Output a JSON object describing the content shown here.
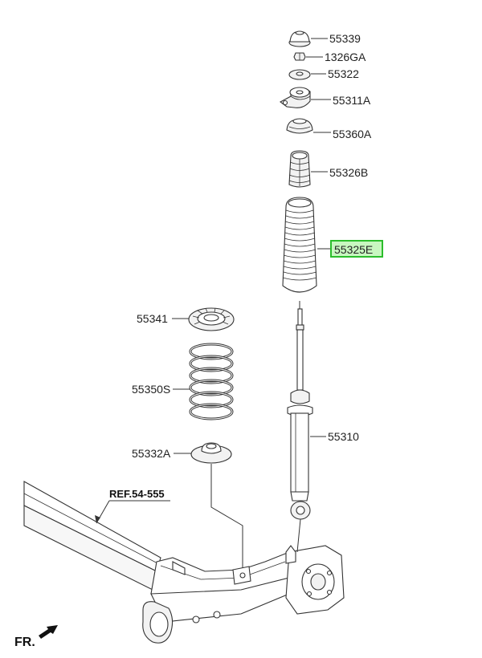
{
  "parts": [
    {
      "id": "p55339",
      "label": "55339"
    },
    {
      "id": "p1326ga",
      "label": "1326GA"
    },
    {
      "id": "p55322",
      "label": "55322"
    },
    {
      "id": "p55311a",
      "label": "55311A"
    },
    {
      "id": "p55360a",
      "label": "55360A"
    },
    {
      "id": "p55326b",
      "label": "55326B"
    },
    {
      "id": "p55325e",
      "label": "55325E",
      "highlighted": true
    },
    {
      "id": "p55341",
      "label": "55341"
    },
    {
      "id": "p55350s",
      "label": "55350S"
    },
    {
      "id": "p55310",
      "label": "55310"
    },
    {
      "id": "p55332a",
      "label": "55332A"
    }
  ],
  "reference": {
    "label": "REF.54-555"
  },
  "direction": {
    "label": "FR."
  },
  "colors": {
    "highlight_fill": "#c8f7c0",
    "highlight_stroke": "#2bbd2b",
    "line": "#333333"
  }
}
